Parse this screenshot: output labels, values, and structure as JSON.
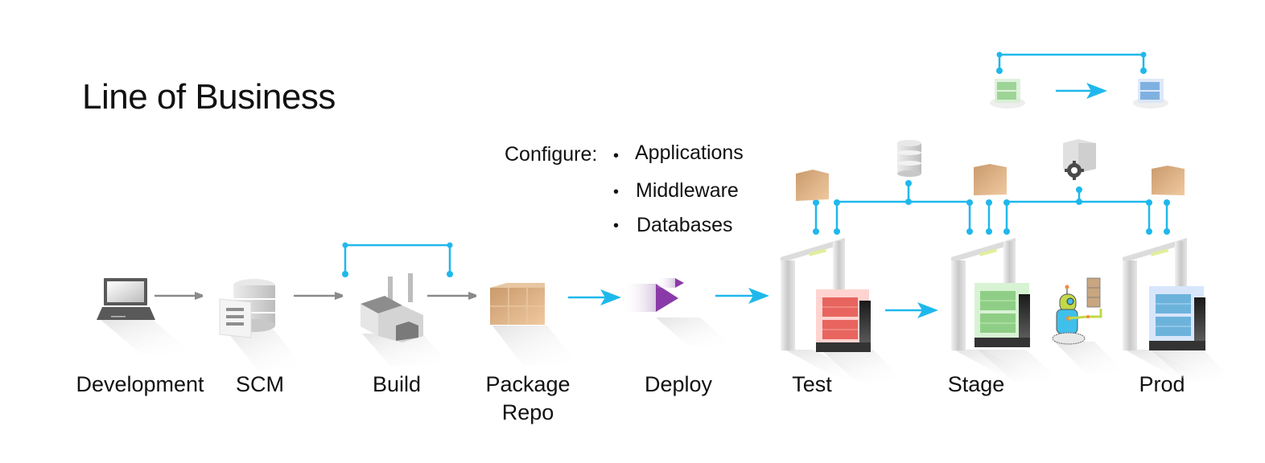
{
  "title": "Line of Business",
  "configure": {
    "label": "Configure:",
    "items": [
      "Applications",
      "Middleware",
      "Databases"
    ],
    "bullet": "•"
  },
  "stages": [
    {
      "id": "development",
      "label": "Development",
      "icon": "laptop-icon"
    },
    {
      "id": "scm",
      "label": "SCM",
      "icon": "database-document-icon"
    },
    {
      "id": "build",
      "label": "Build",
      "icon": "factory-icon"
    },
    {
      "id": "package-repo",
      "label_line1": "Package",
      "label_line2": "Repo",
      "icon": "boxes-icon"
    },
    {
      "id": "deploy",
      "label": "Deploy",
      "icon": "deploy-arrow-icon"
    },
    {
      "id": "test",
      "label": "Test",
      "icon": "server-gate-icon"
    },
    {
      "id": "stage",
      "label": "Stage",
      "icon": "server-gate-icon"
    },
    {
      "id": "prod",
      "label": "Prod",
      "icon": "server-gate-icon"
    }
  ],
  "colors": {
    "connector": "#1fb8ec",
    "gray_arrow": "#8a8a8a",
    "test_server": "#e8655f",
    "stage_server": "#8fce86",
    "prod_server": "#6cb3dc",
    "box": "#dcae82",
    "deploy": "#8a3aa8"
  }
}
